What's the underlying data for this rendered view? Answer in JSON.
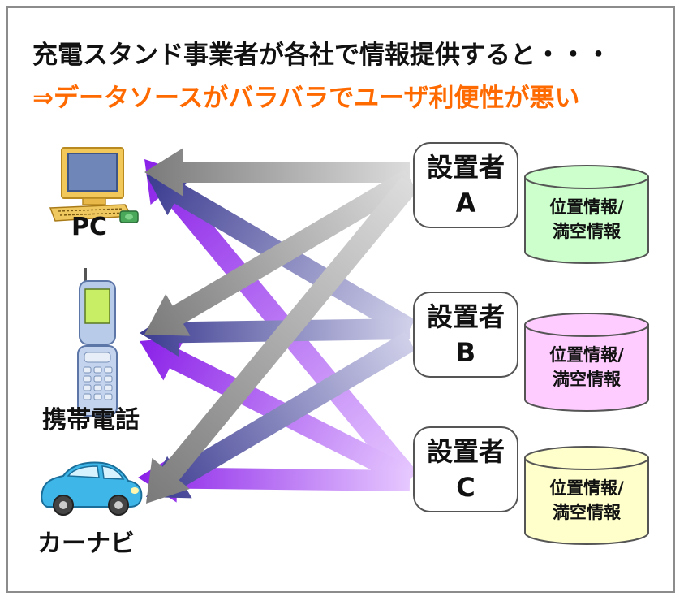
{
  "title": "充電スタンド事業者が各社で情報提供すると・・・",
  "subtitle": "⇒データソースがバラバラでユーザ利便性が悪い",
  "devices": [
    {
      "label": "PC",
      "icon": "pc-icon"
    },
    {
      "label": "携帯電話",
      "icon": "mobile-phone-icon"
    },
    {
      "label": "カーナビ",
      "icon": "car-navigation-icon"
    }
  ],
  "installers": [
    {
      "name": "設置者",
      "letter": "A",
      "db_line1": "位置情報/",
      "db_line2": "満空情報",
      "db_color": "#ccffcc"
    },
    {
      "name": "設置者",
      "letter": "B",
      "db_line1": "位置情報/",
      "db_line2": "満空情報",
      "db_color": "#ffccff"
    },
    {
      "name": "設置者",
      "letter": "C",
      "db_line1": "位置情報/",
      "db_line2": "満空情報",
      "db_color": "#ffffcc"
    }
  ],
  "colors": {
    "title": "#111111",
    "subtitle": "#ff6a00",
    "arrow_gray": "#8c8c8c",
    "arrow_navy": "#4a4aa0",
    "arrow_violet": "#8a2be2"
  }
}
